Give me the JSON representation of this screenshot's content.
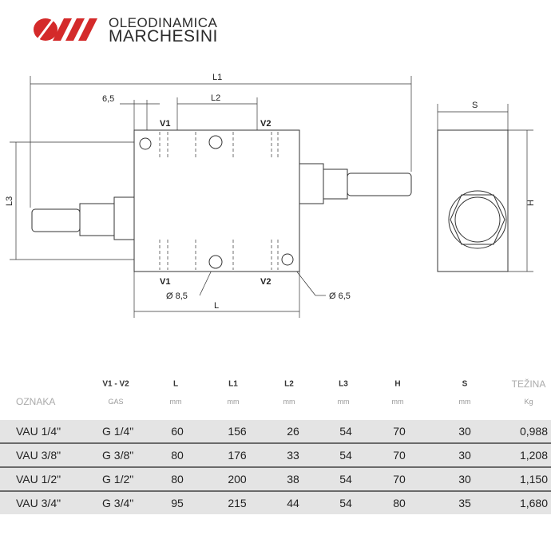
{
  "brand": {
    "line1": "OLEODINAMICA",
    "line2": "MARCHESINI",
    "logo_color": "#d42a2a"
  },
  "drawing": {
    "L1": "L1",
    "L2": "L2",
    "L3": "L3",
    "L": "L",
    "S": "S",
    "H": "H",
    "dim_6_5": "6,5",
    "V1_top": "V1",
    "V2_top": "V2",
    "V1_bottom": "V1",
    "V2_bottom": "V2",
    "hole_8_5": "Ø 8,5",
    "hole_6_5": "Ø 6,5"
  },
  "table": {
    "headers": [
      "",
      "V1 - V2",
      "L",
      "L1",
      "L2",
      "L3",
      "H",
      "S",
      "TEŽINA"
    ],
    "subheaders": [
      "OZNAKA",
      "GAS",
      "mm",
      "mm",
      "mm",
      "mm",
      "mm",
      "mm",
      "Kg"
    ],
    "rows": [
      [
        "VAU 1/4\"",
        "G 1/4\"",
        "60",
        "156",
        "26",
        "54",
        "70",
        "30",
        "0,988"
      ],
      [
        "VAU 3/8\"",
        "G 3/8\"",
        "80",
        "176",
        "33",
        "54",
        "70",
        "30",
        "1,208"
      ],
      [
        "VAU 1/2\"",
        "G 1/2\"",
        "80",
        "200",
        "38",
        "54",
        "70",
        "30",
        "1,150"
      ],
      [
        "VAU 3/4\"",
        "G 3/4\"",
        "95",
        "215",
        "44",
        "54",
        "80",
        "35",
        "1,680"
      ]
    ]
  }
}
